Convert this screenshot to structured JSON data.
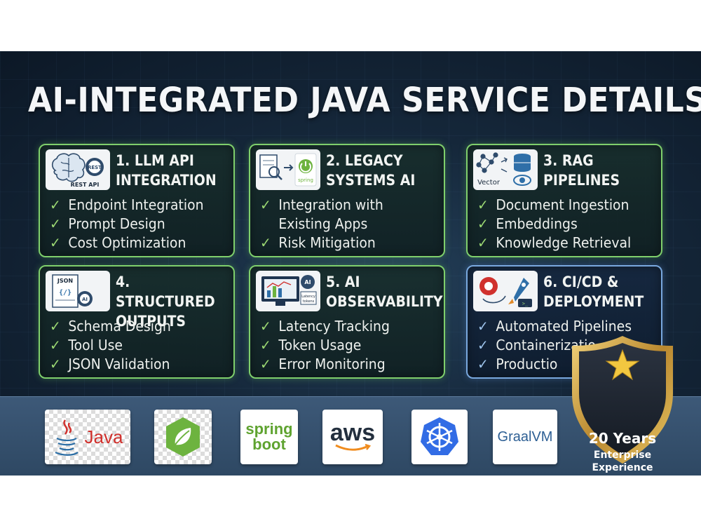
{
  "title": "AI-INTEGRATED JAVA SERVICE DETAILS",
  "cards": [
    {
      "title": "1. LLM API\nINTEGRATION",
      "icon_label": "REST API",
      "icon_badge": "REST",
      "icon": "brain-gear-icon",
      "items": [
        "Endpoint Integration",
        "Prompt Design",
        "Cost Optimization"
      ]
    },
    {
      "title": "2. LEGACY\nSYSTEMS AI",
      "icon_label": "spring",
      "icon": "document-search-spring-icon",
      "items": [
        "Integration with",
        "Existing Apps",
        "Risk Mitigation"
      ]
    },
    {
      "title": "3. RAG\nPIPELINES",
      "icon_label": "Vector",
      "icon": "vector-database-icon",
      "items": [
        "Document Ingestion",
        "Embeddings",
        "Knowledge Retrieval"
      ]
    },
    {
      "title": "4. STRUCTURED\nOUTPUTS",
      "icon_label": "JSON",
      "icon_badge": "AI",
      "icon": "json-gear-icon",
      "items": [
        "Schema Design",
        "Tool Use",
        "JSON Validation"
      ]
    },
    {
      "title": "5. AI\nOBSERVABILITY",
      "icon_label": "Latency\nTokens",
      "icon_badge": "AI",
      "icon": "monitor-chart-icon",
      "items": [
        "Latency Tracking",
        "Token Usage",
        "Error Monitoring"
      ]
    },
    {
      "title": "6. CI/CD &\nDEPLOYMENT",
      "icon": "github-rocket-icon",
      "items": [
        "Automated Pipelines",
        "Containerizatio",
        "Productio"
      ]
    }
  ],
  "logos": [
    {
      "name": "java-logo",
      "text": "Java"
    },
    {
      "name": "spring-leaf-logo"
    },
    {
      "name": "spring-boot-logo",
      "text": "spring\nboot"
    },
    {
      "name": "aws-logo",
      "text": "aws"
    },
    {
      "name": "kubernetes-logo"
    },
    {
      "name": "graalvm-logo",
      "text": "GraalVM"
    }
  ],
  "badge": {
    "line1": "20 Years",
    "line2": "Enterprise",
    "line3": "Experience"
  },
  "colors": {
    "green_border": "#7fcf6c",
    "blue_border": "#79a8de",
    "check_green": "#9bd873",
    "badge_gold": "#c9a24a",
    "bar_blue": "#3d5978"
  }
}
